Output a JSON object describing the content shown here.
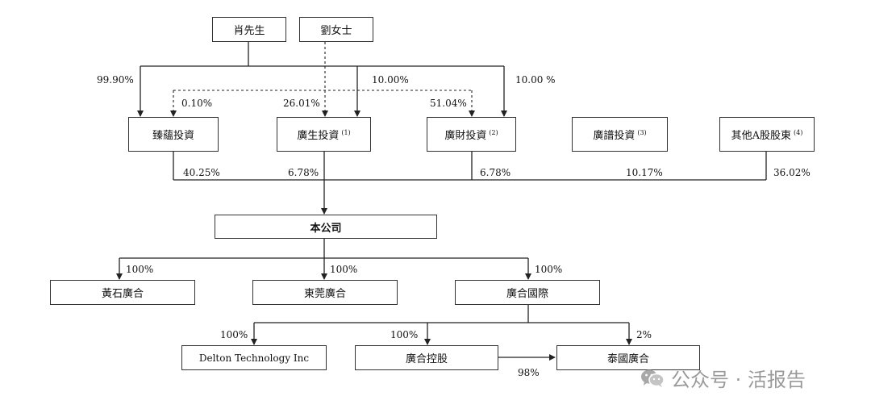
{
  "nodes": {
    "xiao": {
      "label": "肖先生"
    },
    "liu": {
      "label": "劉女士"
    },
    "zhenyun": {
      "label": "臻蘊投資",
      "note": ""
    },
    "guangsheng": {
      "label": "廣生投資",
      "note": "(1)"
    },
    "guangcai": {
      "label": "廣財投資",
      "note": "(2)"
    },
    "guangpu": {
      "label": "廣譜投資",
      "note": "(3)"
    },
    "others": {
      "label": "其他A股股東",
      "note": "(4)"
    },
    "company": {
      "label": "本公司"
    },
    "huangshi": {
      "label": "黃石廣合"
    },
    "dongguan": {
      "label": "東莞廣合"
    },
    "guoji": {
      "label": "廣合國際"
    },
    "delton": {
      "label": "Delton Technology Inc"
    },
    "konggu": {
      "label": "廣合控股"
    },
    "taiguo": {
      "label": "泰國廣合"
    }
  },
  "percentages": {
    "xiao_zhenyun": "99.90%",
    "xiao_guangsheng": "10.00%",
    "xiao_guangcai": "10.00 %",
    "liu_zhenyun": "0.10%",
    "liu_guangsheng": "26.01%",
    "liu_guangcai": "51.04%",
    "zhenyun_company": "40.25%",
    "guangsheng_company": "6.78%",
    "guangcai_company": "6.78%",
    "guangpu_company": "10.17%",
    "others_company": "36.02%",
    "company_huangshi": "100%",
    "company_dongguan": "100%",
    "company_guoji": "100%",
    "guoji_delton": "100%",
    "guoji_konggu": "100%",
    "guoji_taiguo": "2%",
    "konggu_taiguo": "98%"
  },
  "watermark": {
    "text": "公众号 · 活报告",
    "icon": "wechat-icon"
  }
}
